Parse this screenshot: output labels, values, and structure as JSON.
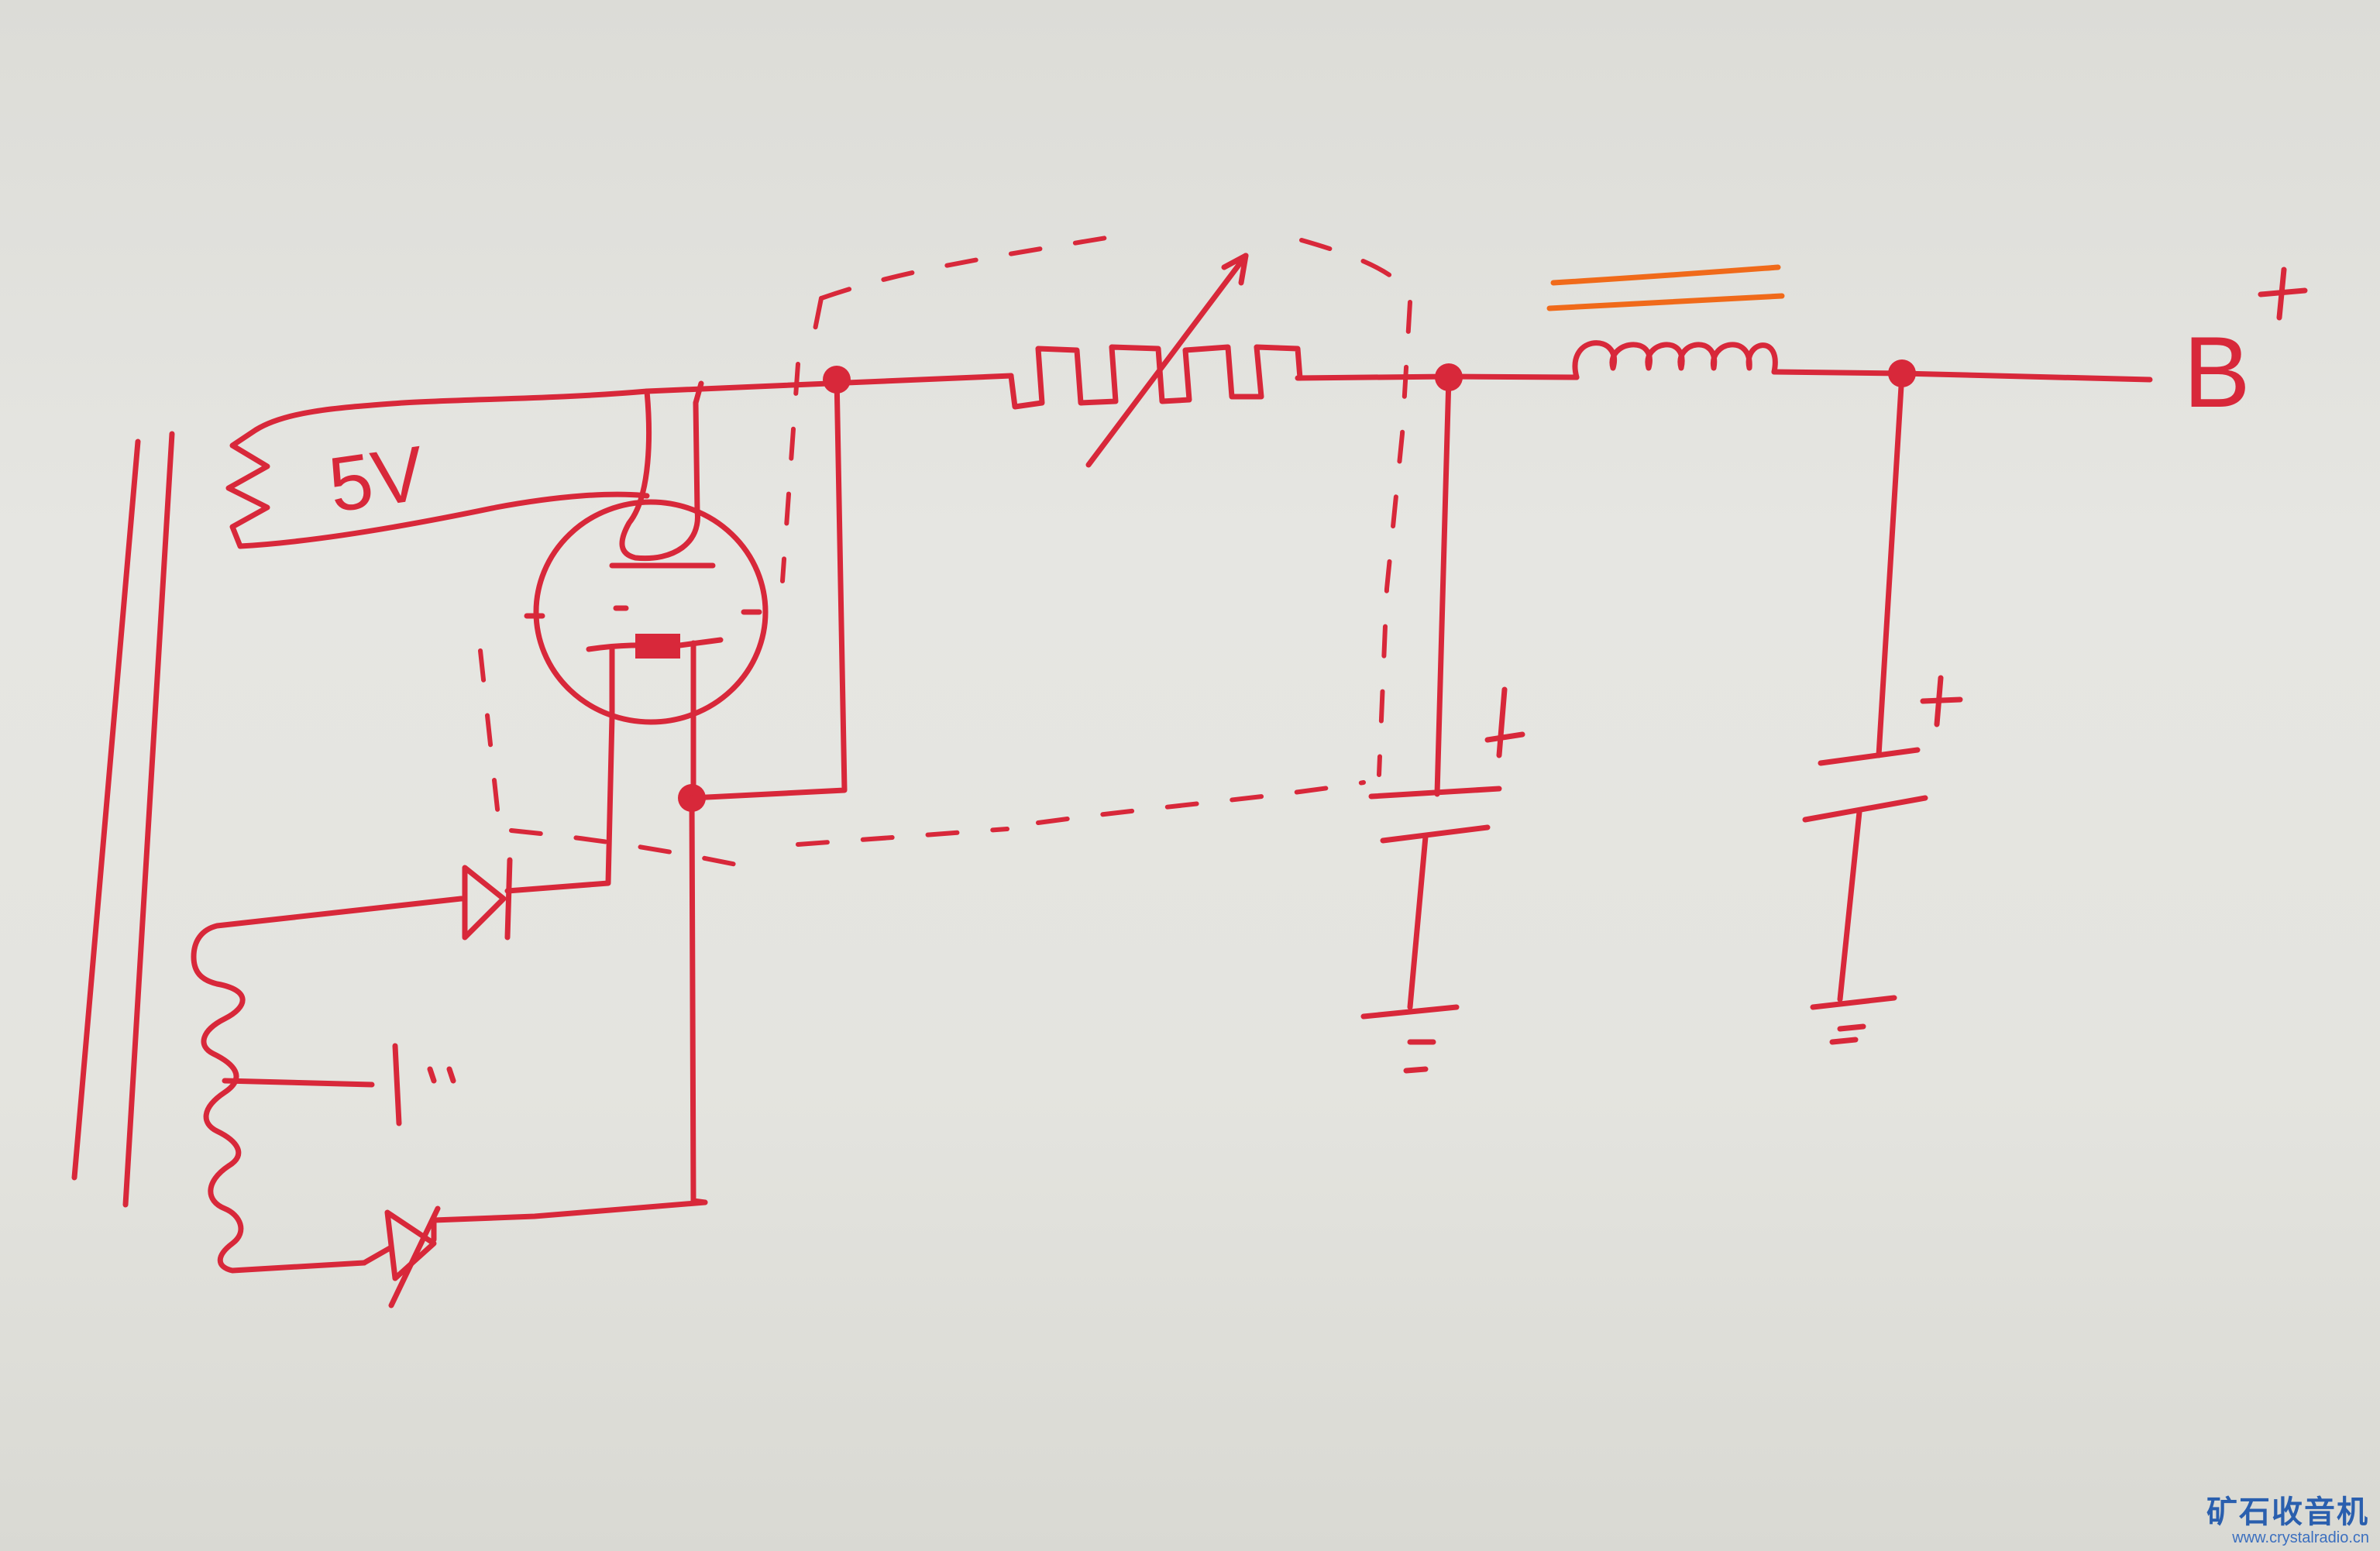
{
  "diagram": {
    "labels": {
      "heater_voltage": "5V",
      "output": "B",
      "output_polarity": "+",
      "cap1_polarity": "+",
      "cap2_polarity": "+"
    }
  },
  "colors": {
    "ink": "#d8283a",
    "choke_highlight": "#f06a1a",
    "paper": "#e2e2de",
    "watermark": "#2a5fae"
  },
  "watermark": {
    "title": "矿石收音机",
    "url": "www.crystalradio.cn"
  }
}
